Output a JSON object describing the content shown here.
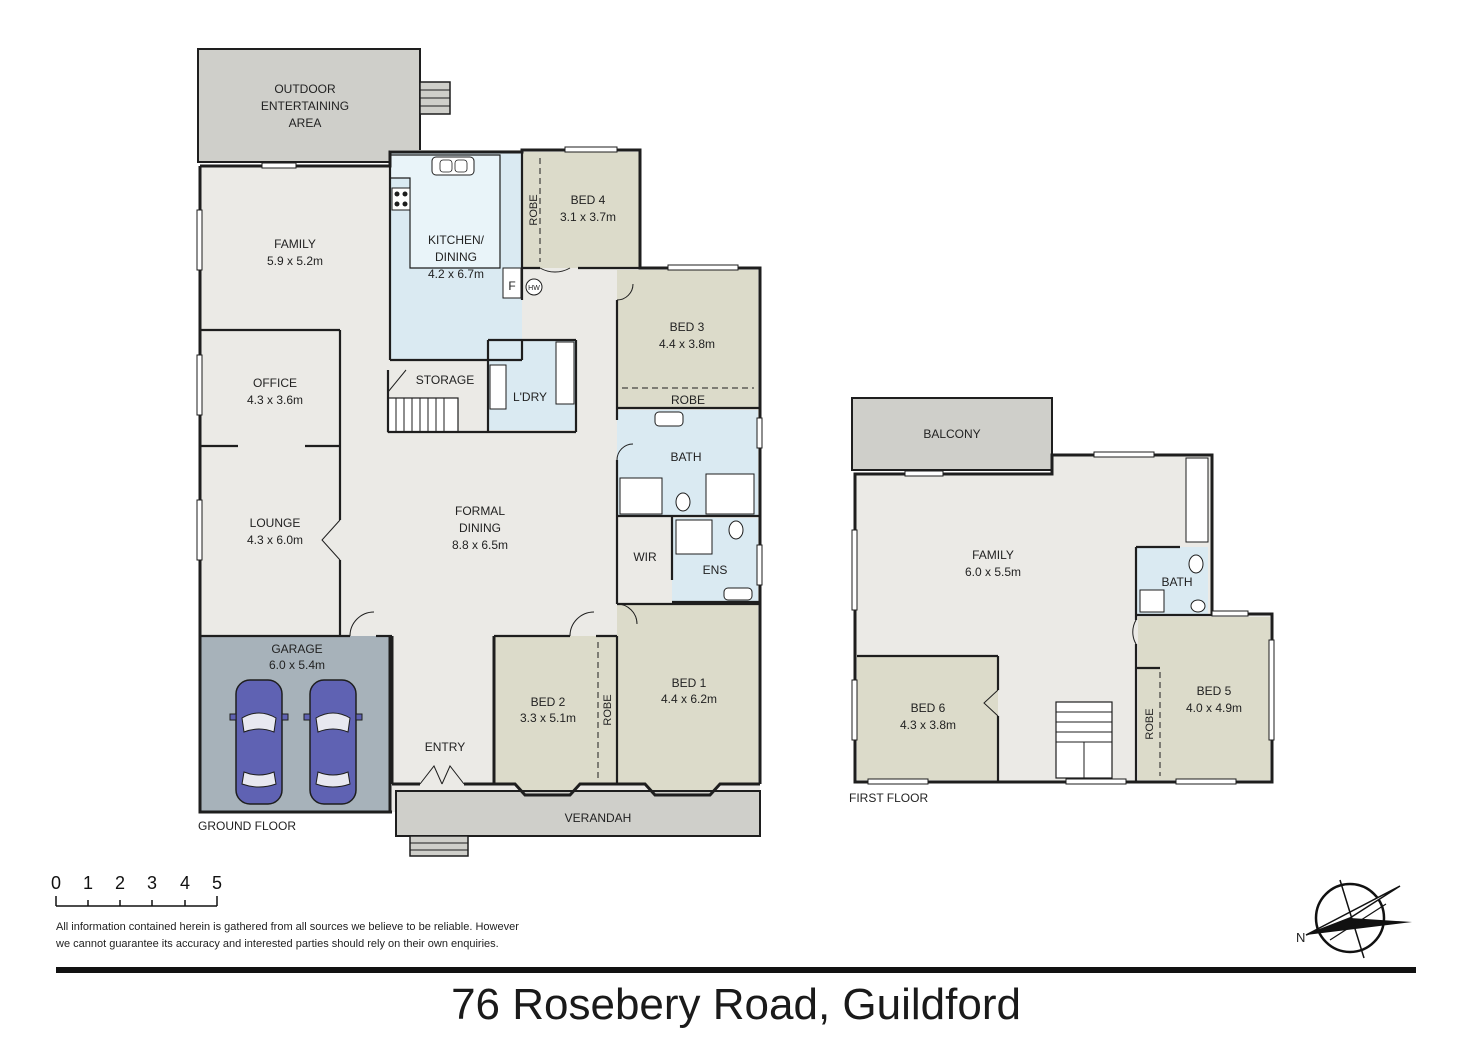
{
  "ground_floor": {
    "label": "GROUND FLOOR",
    "rooms": {
      "outdoor": [
        "OUTDOOR",
        "ENTERTAINING",
        "AREA"
      ],
      "family": {
        "name": "FAMILY",
        "dims": "5.9 x 5.2m"
      },
      "kitchen": {
        "name": [
          "KITCHEN/",
          "DINING"
        ],
        "dims": "4.2 x 6.7m"
      },
      "bed4": {
        "name": "BED 4",
        "dims": "3.1 x 3.7m"
      },
      "robe_bed4": "ROBE",
      "fridge": "F",
      "hw": "HW",
      "bed3": {
        "name": "BED 3",
        "dims": "4.4 x 3.8m"
      },
      "robe_bed3": "ROBE",
      "office": {
        "name": "OFFICE",
        "dims": "4.3 x 3.6m"
      },
      "storage": "STORAGE",
      "laundry": "L'DRY",
      "bath": "BATH",
      "lounge": {
        "name": "LOUNGE",
        "dims": "4.3 x 6.0m"
      },
      "formal": {
        "name": [
          "FORMAL",
          "DINING"
        ],
        "dims": "8.8 x 6.5m"
      },
      "wir": "WIR",
      "ens": "ENS",
      "garage": {
        "name": "GARAGE",
        "dims": "6.0 x 5.4m"
      },
      "bed2": {
        "name": "BED 2",
        "dims": "3.3 x 5.1m"
      },
      "robe_bed2": "ROBE",
      "bed1": {
        "name": "BED 1",
        "dims": "4.4 x 6.2m"
      },
      "entry": "ENTRY",
      "verandah": "VERANDAH"
    }
  },
  "first_floor": {
    "label": "FIRST FLOOR",
    "rooms": {
      "balcony": "BALCONY",
      "family": {
        "name": "FAMILY",
        "dims": "6.0 x 5.5m"
      },
      "bath": "BATH",
      "bed6": {
        "name": "BED 6",
        "dims": "4.3 x 3.8m"
      },
      "bed5": {
        "name": "BED 5",
        "dims": "4.0 x 4.9m"
      },
      "robe": "ROBE"
    }
  },
  "scale": {
    "ticks": [
      "0",
      "1",
      "2",
      "3",
      "4",
      "5"
    ]
  },
  "compass": {
    "label": "N"
  },
  "disclaimer": "All information contained herein is gathered from all sources we believe to be reliable. However we cannot guarantee its accuracy and interested parties should rely on their own enquiries.",
  "title": "76 Rosebery Road, Guildford",
  "colors": {
    "floor": "#ebeae6",
    "outdoor": "#cfcfca",
    "kitchen": "#daeaf2",
    "bedroom": "#dcdbca",
    "garage": "#a7b2ba",
    "car": "#5f62b3",
    "wall": "#1e1e1e"
  }
}
